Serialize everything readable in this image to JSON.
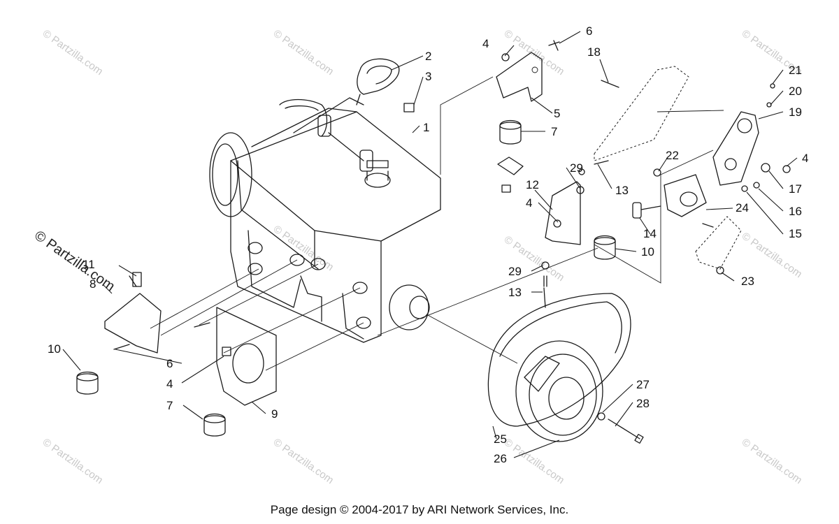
{
  "watermark": {
    "small": "© Partzilla.com",
    "large": "© Partzilla.com"
  },
  "callouts": {
    "c1": "1",
    "c2": "2",
    "c3": "3",
    "c4a": "4",
    "c4b": "4",
    "c4c": "4",
    "c4d": "4",
    "c5": "5",
    "c6a": "6",
    "c6b": "6",
    "c7a": "7",
    "c7b": "7",
    "c8": "8",
    "c9": "9",
    "c10a": "10",
    "c10b": "10",
    "c11": "11",
    "c12": "12",
    "c13a": "13",
    "c13b": "13",
    "c14": "14",
    "c15": "15",
    "c16": "16",
    "c17": "17",
    "c18": "18",
    "c19": "19",
    "c20": "20",
    "c21": "21",
    "c22": "22",
    "c23": "23",
    "c24": "24",
    "c25": "25",
    "c26": "26",
    "c27": "27",
    "c28": "28",
    "c29a": "29",
    "c29b": "29"
  },
  "footer": "Page design © 2004-2017 by ARI Network Services, Inc."
}
